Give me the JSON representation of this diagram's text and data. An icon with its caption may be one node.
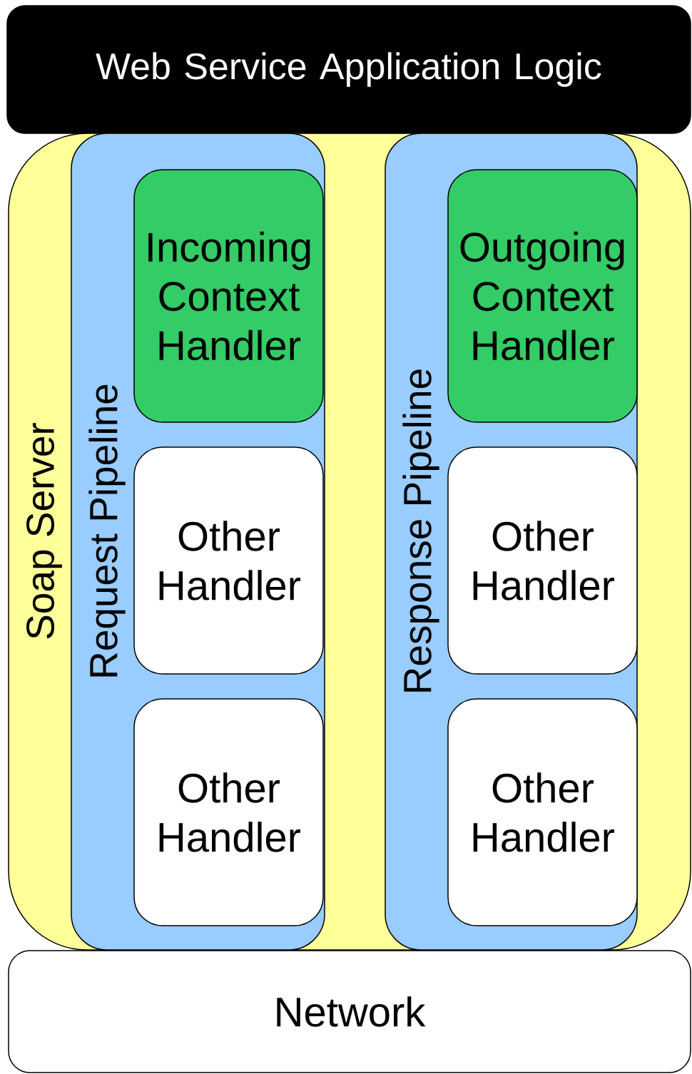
{
  "diagram": {
    "nodes": [
      {
        "text": [
          "Web Service Application Logic"
        ]
      },
      {
        "text": [
          "Soap Server"
        ]
      },
      {
        "text": [
          "Request Pipeline"
        ],
        "in": 1
      },
      {
        "text": [
          "Incoming Context Handler"
        ],
        "in": 2
      },
      {
        "text": [
          "Other Handler"
        ],
        "in": 2
      },
      {
        "text": [
          "Other Handler"
        ],
        "in": 2
      },
      {
        "text": [
          "Response Pipeline"
        ],
        "in": 1
      },
      {
        "text": [
          "Outgoing Context Handler"
        ],
        "in": 6
      },
      {
        "text": [
          "Other Handler"
        ],
        "in": 6
      },
      {
        "text": [
          "Other Handler"
        ],
        "in": 6
      },
      {
        "text": [
          "Network"
        ]
      }
    ]
  }
}
